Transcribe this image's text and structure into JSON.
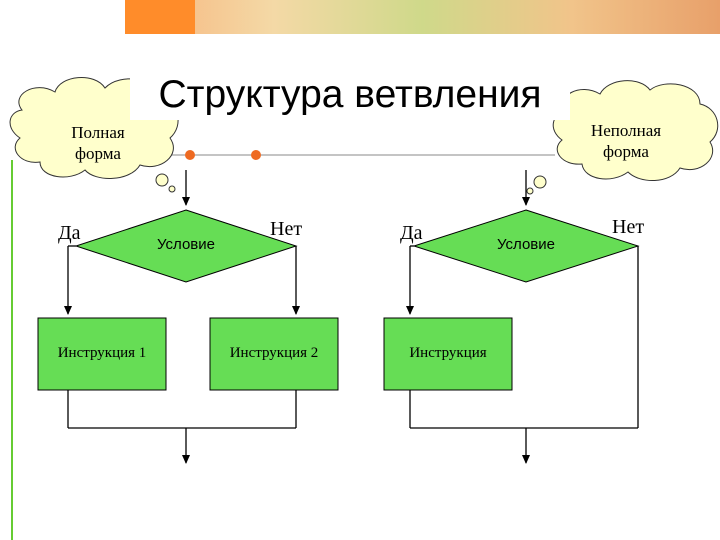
{
  "title": "Структура ветвления",
  "full_form": {
    "cloud_line1": "Полная",
    "cloud_line2": "форма",
    "yes": "Да",
    "no": "Нет",
    "condition": "Условие",
    "instruction1": "Инструкция 1",
    "instruction2": "Инструкция 2"
  },
  "partial_form": {
    "cloud_line1": "Неполная",
    "cloud_line2": "форма",
    "yes": "Да",
    "no": "Нет",
    "condition": "Условие",
    "instruction": "Инструкция"
  },
  "colors": {
    "box_fill": "#66dd55",
    "cloud_fill": "#ffffcc",
    "bullet": "#ee6a22",
    "accent_line": "#66cc33"
  }
}
